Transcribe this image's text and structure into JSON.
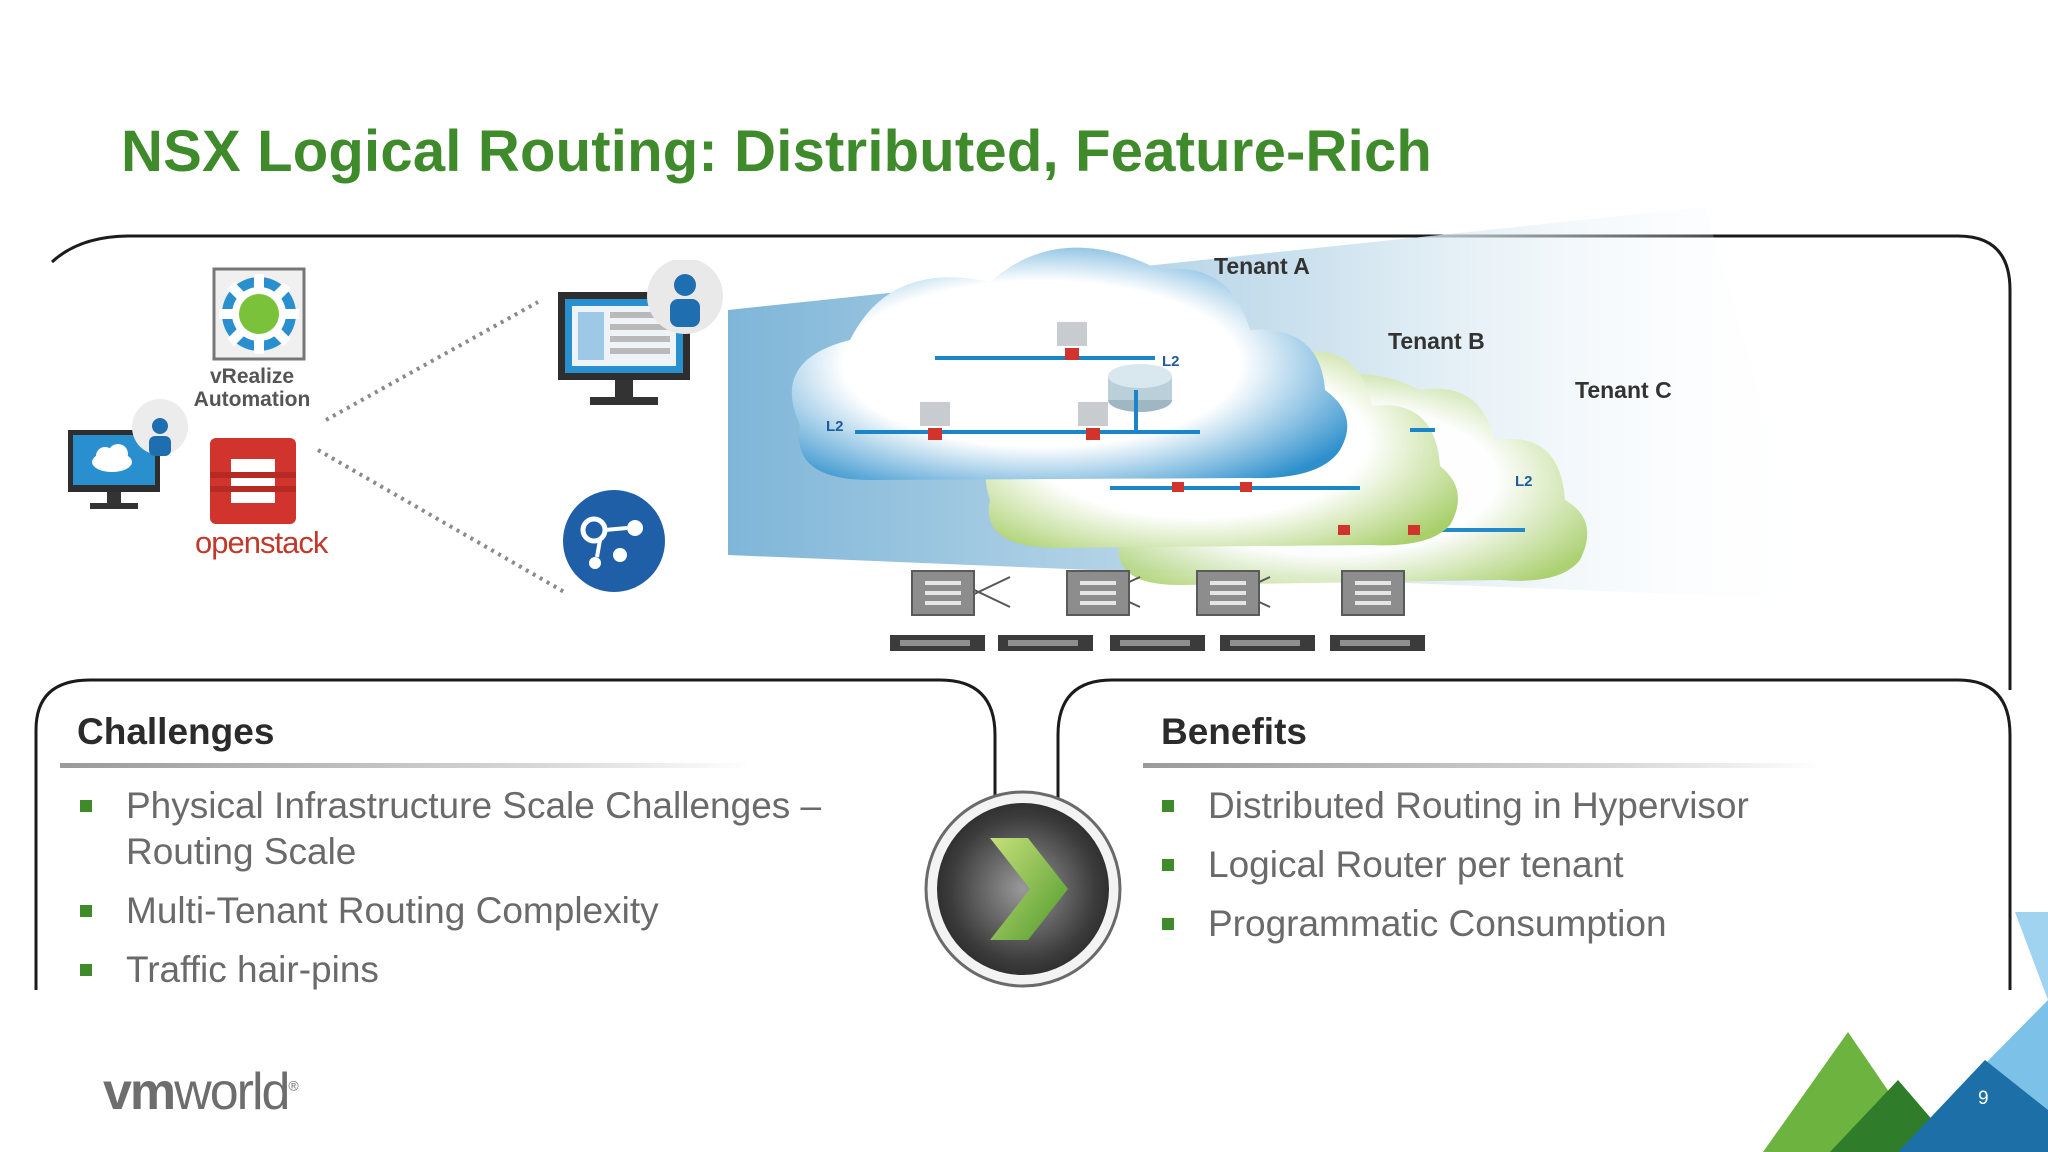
{
  "slide": {
    "title": "NSX Logical Routing: Distributed, Feature-Rich",
    "page_number": "9",
    "colors": {
      "title_green": "#3f8a2a",
      "bullet_green": "#3f8a2a",
      "cloud_blue": "#4aa3d6",
      "line_blue": "#1a86c8"
    }
  },
  "diagram": {
    "vra_label": "vRealize Automation",
    "openstack_label": "openstack",
    "tenants": [
      "Tenant A",
      "Tenant B",
      "Tenant C"
    ],
    "l2_label": "L2",
    "icons": [
      "monitor-cloud-icon",
      "user-icon",
      "vrealize-gear-icon",
      "openstack-icon",
      "admin-monitor-icon",
      "network-api-icon",
      "switch-icon",
      "server-icon",
      "router-icon",
      "firewall-icon",
      "vm-icon"
    ]
  },
  "challenges": {
    "heading": "Challenges",
    "items": [
      "Physical Infrastructure Scale Challenges – Routing Scale",
      "Multi-Tenant Routing Complexity",
      "Traffic hair-pins"
    ]
  },
  "benefits": {
    "heading": "Benefits",
    "items": [
      "Distributed Routing in Hypervisor",
      "Logical Router per tenant",
      "Programmatic Consumption"
    ]
  },
  "brand": {
    "logo_text_bold": "vm",
    "logo_text_light": "world",
    "logo_mark": "®"
  }
}
